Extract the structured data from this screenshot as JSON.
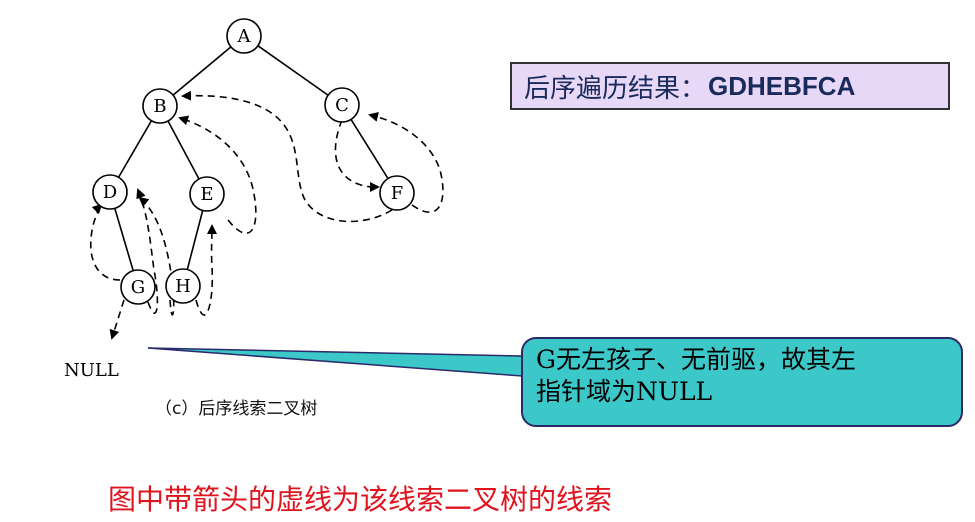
{
  "nodes": [
    {
      "id": "A",
      "label": "A"
    },
    {
      "id": "B",
      "label": "B"
    },
    {
      "id": "C",
      "label": "C"
    },
    {
      "id": "D",
      "label": "D"
    },
    {
      "id": "E",
      "label": "E"
    },
    {
      "id": "F",
      "label": "F"
    },
    {
      "id": "G",
      "label": "G"
    },
    {
      "id": "H",
      "label": "H"
    }
  ],
  "null_label": "NULL",
  "caption": "（c）后序线索二叉树",
  "result": {
    "prefix": "后序遍历结果：",
    "sequence": "GDHEBFCA"
  },
  "callout": {
    "line1": "G无左孩子、无前驱，故其左",
    "line2": "指针域为NULL"
  },
  "bottom_note": "图中带箭头的虚线为该线索二叉树的线索",
  "colors": {
    "result_bg": "#e8d8f8",
    "callout_bg": "#3cc8c8",
    "note_red": "#e0141e"
  }
}
